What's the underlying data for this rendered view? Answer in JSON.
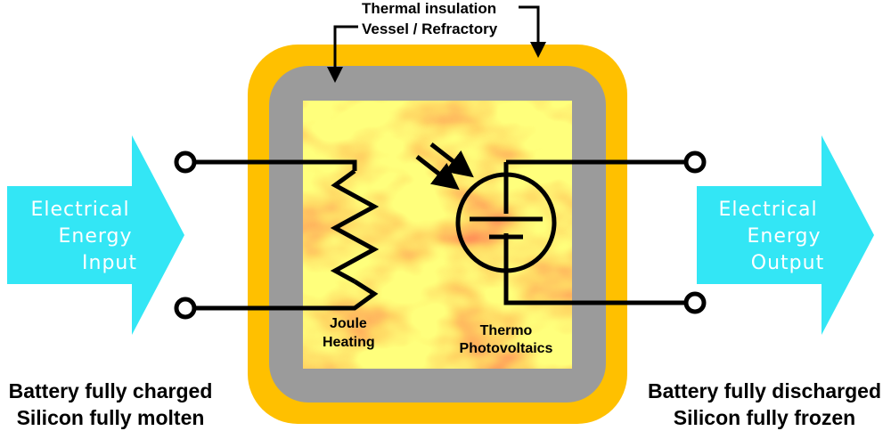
{
  "labels": {
    "thermal_insulation": "Thermal insulation",
    "vessel_refractory": "Vessel / Refractory",
    "joule_line1": "Joule",
    "joule_line2": "Heating",
    "tpv_line1": "Thermo",
    "tpv_line2": "Photovoltaics"
  },
  "input_arrow": {
    "line1": "Electrical",
    "line2": "Energy",
    "line3": "Input"
  },
  "output_arrow": {
    "line1": "Electrical",
    "line2": "Energy",
    "line3": "Output"
  },
  "status_left": {
    "line1": "Battery fully charged",
    "line2": "Silicon fully molten"
  },
  "status_right": {
    "line1": "Battery fully discharged",
    "line2": "Silicon fully frozen"
  },
  "colors": {
    "insulation": "#ffc000",
    "vessel": "#9b9b9b",
    "molten_light": "#ffff33",
    "molten_mid": "#ffb020",
    "molten_hot": "#f03a18",
    "arrow": "#33e6f5",
    "wire": "#000000"
  }
}
